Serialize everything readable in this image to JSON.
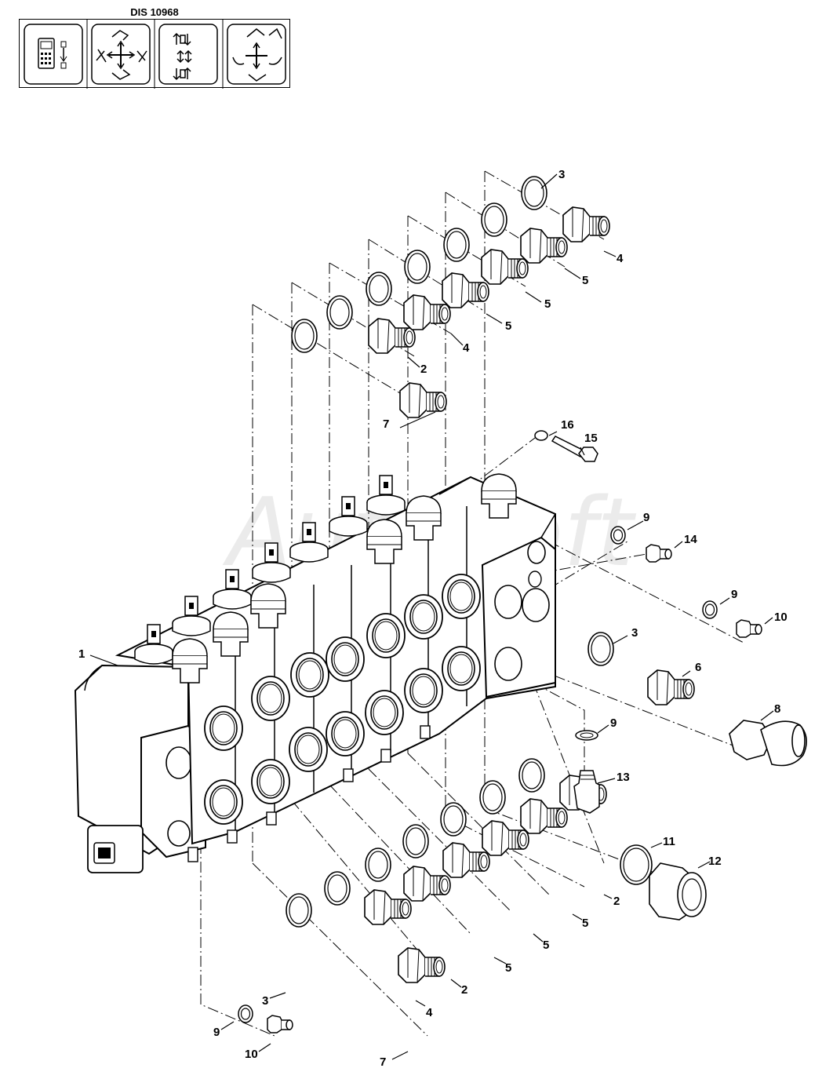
{
  "header": {
    "doc_code": "DIS 10968",
    "mode_icons": [
      "phone-lock-icon",
      "excavator-iso-pattern-icon",
      "lever-direction-icon",
      "excavator-sae-pattern-icon"
    ]
  },
  "watermark": "AutoSoft",
  "callouts": {
    "c1": "1",
    "c2a": "2",
    "c2b": "2",
    "c2c": "2",
    "c3a": "3",
    "c3b": "3",
    "c3c": "3",
    "c4a": "4",
    "c4b": "4",
    "c4c": "4",
    "c5a": "5",
    "c5b": "5",
    "c5c": "5",
    "c5d": "5",
    "c5e": "5",
    "c5f": "5",
    "c6": "6",
    "c7a": "7",
    "c7b": "7",
    "c8": "8",
    "c9a": "9",
    "c9b": "9",
    "c9c": "9",
    "c9d": "9",
    "c10a": "10",
    "c10b": "10",
    "c11": "11",
    "c12": "12",
    "c13": "13",
    "c14": "14",
    "c15": "15",
    "c16": "16"
  },
  "colors": {
    "line": "#000000",
    "paper": "#ffffff"
  }
}
